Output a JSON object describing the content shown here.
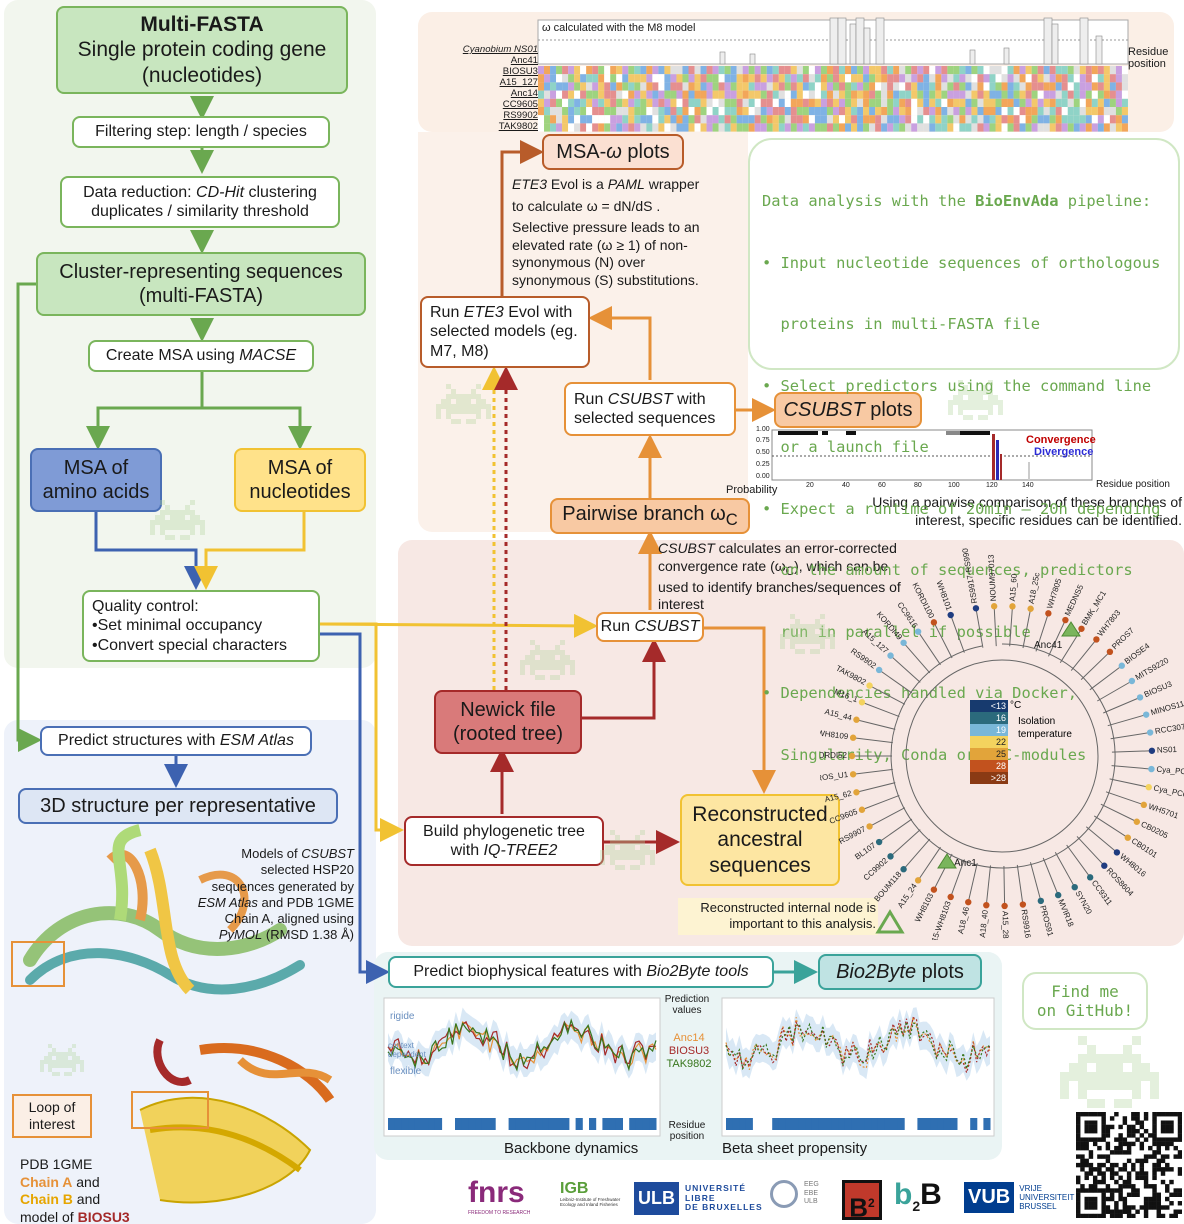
{
  "pipeline": {
    "multifasta_title": "Multi-FASTA",
    "multifasta_sub": "Single protein coding gene (nucleotides)",
    "filtering": "Filtering step: length / species",
    "reduction_a": "Data reduction: ",
    "reduction_b": "CD-Hit",
    "reduction_c": " clustering",
    "reduction_d": "duplicates / similarity threshold",
    "cluster_title": "Cluster-representing sequences",
    "cluster_sub": "(multi-FASTA)",
    "msa_a": "Create MSA using ",
    "msa_b": "MACSE",
    "msa_aa": "MSA of amino acids",
    "msa_nt": "MSA of nucleotides",
    "qc_title": "Quality control:",
    "qc_item1": "•Set minimal occupancy",
    "qc_item2": "•Convert special characters",
    "predict_a": "Predict structures with ",
    "predict_b": "ESM Atlas",
    "structure3d": "3D structure per representative",
    "models_text_1": "Models of ",
    "models_text_2": "CSUBST",
    "models_text_3": "selected HSP20 sequences generated by ",
    "models_text_4": "ESM Atlas",
    "models_text_5": " and PDB 1GME Chain A, aligned using ",
    "models_text_6": "PyMOL",
    "models_text_7": "(RMSD 1.38 Å)",
    "loop": "Loop of interest",
    "pdb_line": "PDB 1GME",
    "chain_a": "Chain A",
    "chain_b": "Chain B",
    "and": " and",
    "model_of": "model of ",
    "biosu3": "BIOSU3",
    "build_tree_a": "Build phylogenetic tree",
    "build_tree_b": "with ",
    "build_tree_c": "IQ-TREE2",
    "newick": "Newick file (rooted tree)",
    "ancestral": "Reconstructed ancestral sequences",
    "internal_node": "Reconstructed internal node is important to this analysis.",
    "run_csubst_a": "Run ",
    "run_csubst_b": "CSUBST",
    "csubst_desc_a": "CSUBST",
    "csubst_desc_b": " calculates an error-corrected convergence rate (ω",
    "csubst_desc_c": "C",
    "csubst_desc_d": "), which can be used to identify branches/sequences of interest",
    "pairwise_a": "Pairwise branch ω",
    "pairwise_b": "C",
    "run_csubst_sel_a": "Run ",
    "run_csubst_sel_b": "CSUBST",
    "run_csubst_sel_c": " with selected sequences",
    "csubst_plots_a": "CSUBST",
    "csubst_plots_b": " plots",
    "pairwise_desc": "Using a pairwise comparison of these branches of interest, specific residues can be identified.",
    "run_ete3_a": "Run ",
    "run_ete3_b": "ETE3",
    "run_ete3_c": " Evol with selected models (eg. M7, M8)",
    "msa_omega_a": "MSA-",
    "msa_omega_b": "ω",
    "msa_omega_c": " plots",
    "ete3_desc_a": "ETE3",
    "ete3_desc_b": " Evol is a ",
    "ete3_desc_c": "PAML",
    "ete3_desc_d": " wrapper",
    "ete3_desc_e": "to calculate ω = dN/dS .",
    "ete3_desc_f": "Selective pressure leads to an elevated rate (ω ≥ 1) of non-synonymous (N) over synonymous (S) substitutions.",
    "biophys_a": "Predict biophysical features with ",
    "biophys_b": "Bio2Byte tools",
    "bio2byte_plots_a": "Bio2Byte",
    "bio2byte_plots_b": " plots"
  },
  "info_box": {
    "title_a": "Data analysis with the ",
    "title_b": "BioEnvAda",
    "title_c": " pipeline:",
    "bullets": [
      "• Input nucleotide sequences of orthologous",
      "  proteins in multi-FASTA file",
      "• Select predictors using the command line",
      "  or a launch file",
      "• Expect a runtime of 20min – 20h depending",
      "  on the amount of sequences, predictors",
      "  run in parallel if possible",
      "• Dependencies handled via Docker,",
      "  Singularity, Conda or HPC-modules"
    ]
  },
  "github": {
    "label_1": "Find me",
    "label_2": "on GitHub!"
  },
  "msa_plot": {
    "title": "ω calculated with the M8 model",
    "residue": "Residue",
    "position": "position",
    "species": [
      "Cyanobium NS01",
      "Anc41",
      "BIOSU3",
      "A15_127",
      "Anc14",
      "CC9605",
      "RS9902",
      "TAK9802"
    ]
  },
  "csubst_plot": {
    "legend_convergence": "Convergence",
    "legend_divergence": "Divergence",
    "y_label": "Probability",
    "x_label": "Residue position",
    "y_ticks": [
      "1.00",
      "0.75",
      "0.50",
      "0.25",
      "0.00"
    ],
    "x_ticks": [
      "20",
      "40",
      "60",
      "80",
      "100",
      "120",
      "140"
    ]
  },
  "tree": {
    "legend_unit": "°C",
    "legend_title_1": "Isolation",
    "legend_title_2": "temperature",
    "legend_bins": [
      "<13",
      "16",
      "19",
      "22",
      "25",
      "28",
      ">28"
    ],
    "legend_colors": [
      "#173a6e",
      "#2b6a7c",
      "#79b7d8",
      "#f4d35e",
      "#e2a43a",
      "#c2521e",
      "#8a3a14"
    ],
    "anc41": "Anc41",
    "anc1": "Anc1",
    "leaves": [
      "RS9917-RS9909",
      "NOUM97013",
      "A15_60",
      "A18_25c",
      "WH7805",
      "MEDNS5",
      "BMK_MC1",
      "WH7803",
      "PROS7",
      "BIOSE4",
      "MITS9220",
      "BIOSU3",
      "MINOS11",
      "RCC307",
      "NS01",
      "Cya_PCC7001",
      "Cya_PCC6307",
      "WH5701",
      "CB0205",
      "CB0101",
      "WH8016",
      "ROS8604",
      "CC9311",
      "SYN20",
      "MVIR18",
      "PROS91",
      "RS9916",
      "A15_28",
      "A18_40",
      "A18_46",
      "RS9915-WH8103",
      "WH8103",
      "A15_24",
      "BOUM118",
      "CC9902",
      "BL107",
      "RS9907",
      "CC9605",
      "A15_62",
      "PROS_U1",
      "KORDI52",
      "WH8109",
      "A15_44",
      "M16_1",
      "TAK9802",
      "RS9902",
      "A15_127",
      "KORDI49",
      "CC9616",
      "KORDI100",
      "WH8101"
    ],
    "leaf_colors": [
      "#1f3c80",
      "#e2a43a",
      "#e2a43a",
      "#e2a43a",
      "#c2521e",
      "#c2521e",
      "#c2521e",
      "#c2521e",
      "#c2521e",
      "#79b7d8",
      "#79b7d8",
      "#79b7d8",
      "#79b7d8",
      "#79b7d8",
      "#1f3c80",
      "#79b7d8",
      "#f4d35e",
      "#e2a43a",
      "#e2a43a",
      "#e2a43a",
      "#1f3c80",
      "#1f3c80",
      "#2b6a7c",
      "#2b6a7c",
      "#2b6a7c",
      "#2b6a7c",
      "#c2521e",
      "#c2521e",
      "#c2521e",
      "#c2521e",
      "#c2521e",
      "#c2521e",
      "#e2a43a",
      "#2b6a7c",
      "#2b6a7c",
      "#2b6a7c",
      "#e2a43a",
      "#e2a43a",
      "#e2a43a",
      "#e2a43a",
      "#e2a43a",
      "#e2a43a",
      "#e2a43a",
      "#f4d35e",
      "#f4d35e",
      "#79b7d8",
      "#79b7d8",
      "#79b7d8",
      "#79b7d8",
      "#c2521e",
      "#1f3c80"
    ]
  },
  "b2b_plot": {
    "rigide": "rigide",
    "context": "context dependent",
    "flexible": "flexible",
    "prediction_1": "Prediction",
    "prediction_2": "values",
    "series_names": [
      "Anc14",
      "BIOSU3",
      "TAK9802"
    ],
    "series_colors": [
      "#e69138",
      "#a52a2a",
      "#38761d"
    ],
    "residue_1": "Residue",
    "residue_2": "position",
    "backbone": "Backbone dynamics",
    "beta": "Beta sheet propensity"
  },
  "logos": {
    "fnrs": "fnrs",
    "fnrs_sub": "FREEDOM TO RESEARCH",
    "igb": "IGB",
    "igb_sub": "Leibniz-Institute of Freshwater Ecology and Inland Fisheries",
    "ulb": "ULB",
    "ulb_sub_1": "UNIVERSITÉ",
    "ulb_sub_2": "LIBRE",
    "ulb_sub_3": "DE BRUXELLES",
    "eeg_1": "EEG",
    "eeg_2": "EBE",
    "eeg_3": "ULB",
    "b2": "B",
    "b2_sup": "2",
    "b2b": "b",
    "b2b_sub": "2",
    "b2b_b": "B",
    "vub": "VUB",
    "vub_sub_1": "VRIJE",
    "vub_sub_2": "UNIVERSITEIT",
    "vub_sub_3": "BRUSSEL"
  }
}
